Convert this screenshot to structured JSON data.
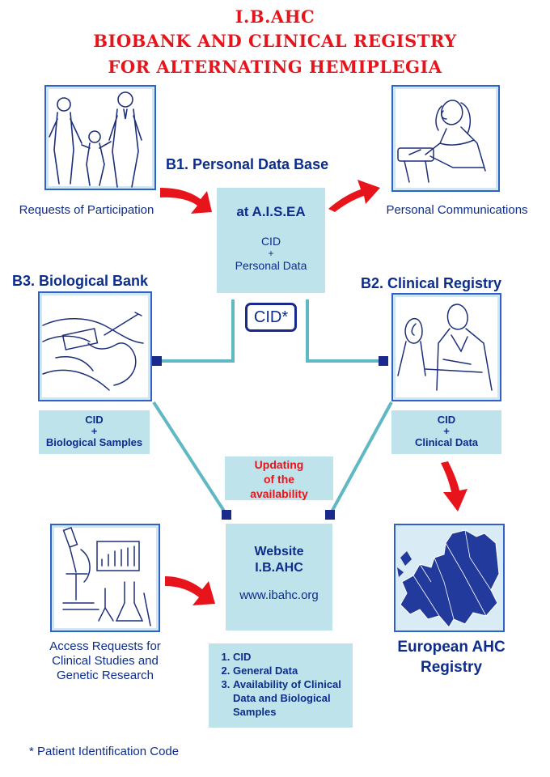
{
  "title": {
    "line1": "I.B.AHC",
    "line2": "BIOBANK AND CLINICAL REGISTRY",
    "line3": "FOR ALTERNATING HEMIPLEGIA"
  },
  "b1": {
    "header": "B1. Personal Data Base",
    "box_title": "at A.I.S.EA",
    "box_line1": "CID",
    "box_plus": "+",
    "box_line2": "Personal Data"
  },
  "requests_label": "Requests of Participation",
  "communications_label": "Personal Communications",
  "cid_badge": "CID*",
  "b3": {
    "header": "B3. Biological Bank",
    "box_line1": "CID",
    "box_plus": "+",
    "box_line2": "Biological Samples"
  },
  "b2": {
    "header": "B2. Clinical Registry",
    "box_line1": "CID",
    "box_plus": "+",
    "box_line2": "Clinical Data"
  },
  "updating": {
    "line1": "Updating",
    "line2": "of the",
    "line3": "availability"
  },
  "website": {
    "line1": "Website",
    "line2": "I.B.AHC",
    "url": "www.ibahc.org"
  },
  "access_label": {
    "line1": "Access Requests for",
    "line2": "Clinical Studies and",
    "line3": "Genetic Research"
  },
  "website_list": [
    "CID",
    "General Data",
    "Availability of Clinical Data and Biological Samples"
  ],
  "european_registry": {
    "line1": "European AHC",
    "line2": "Registry"
  },
  "footnote": "* Patient Identification Code",
  "colors": {
    "title_red": "#e8141b",
    "text_blue": "#0c2d8c",
    "box_fill": "#bfe3ea",
    "connector": "#5fb8c4",
    "arrow_red": "#e8141b"
  }
}
